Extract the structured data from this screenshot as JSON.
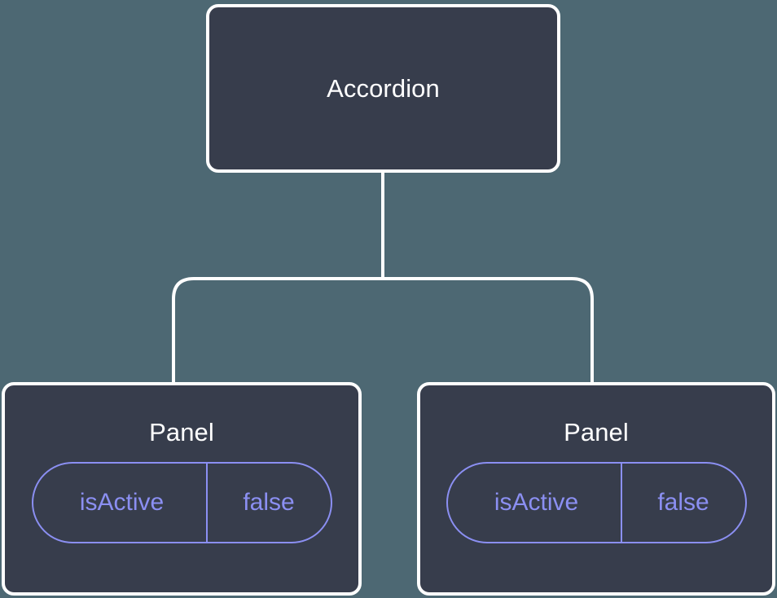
{
  "diagram": {
    "type": "component-tree",
    "background_color": "#4d6873",
    "node_fill_color": "#373d4c",
    "node_border_color": "#ffffff",
    "edge_color": "#ffffff",
    "prop_accent_color": "#8b8ff2",
    "root": {
      "title": "Accordion"
    },
    "children": [
      {
        "title": "Panel",
        "props": [
          {
            "key": "isActive",
            "value": "false"
          }
        ]
      },
      {
        "title": "Panel",
        "props": [
          {
            "key": "isActive",
            "value": "false"
          }
        ]
      }
    ]
  }
}
